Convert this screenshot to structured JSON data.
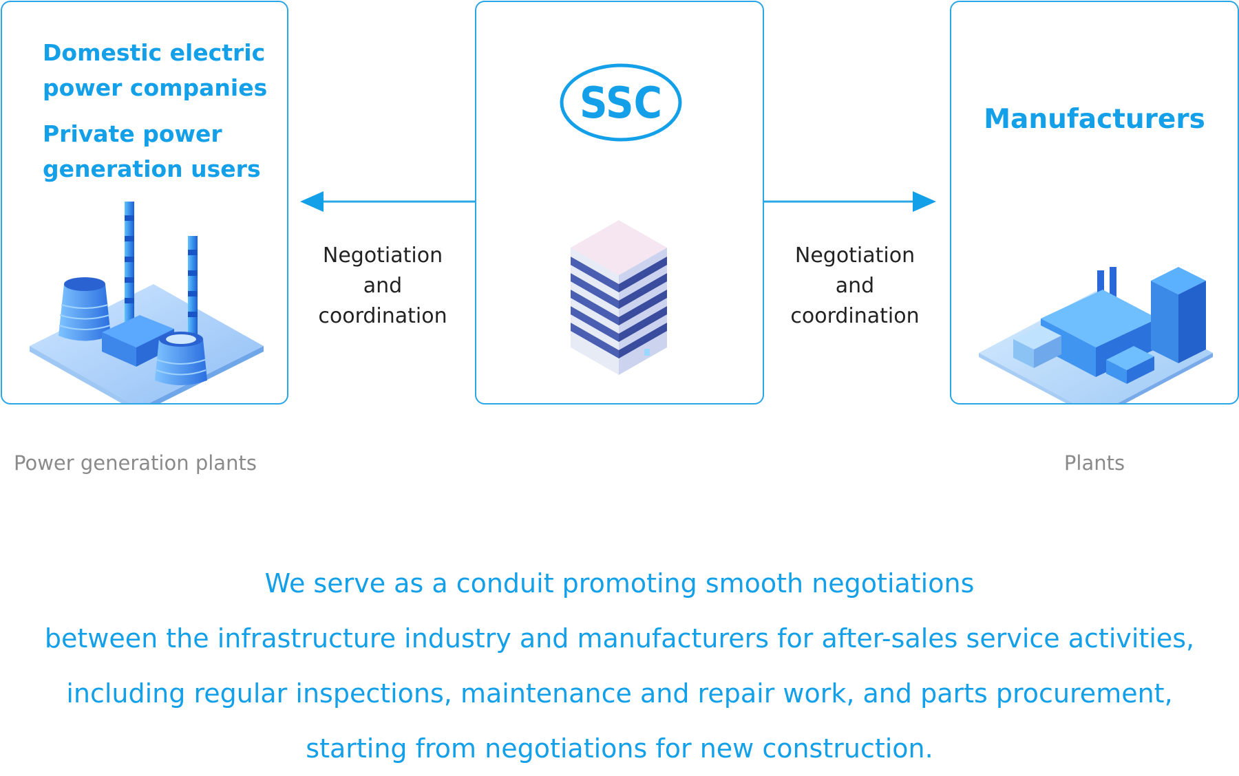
{
  "left_box": {
    "title_1": "Domestic electric power companies",
    "title_1_line1": "Domestic electric",
    "title_1_line2": "power companies",
    "title_2_line1": "Private power",
    "title_2_line2": "generation users",
    "caption": "Power generation plants"
  },
  "center_box": {
    "logo_text": "SSC"
  },
  "right_box": {
    "title": "Manufacturers",
    "caption": "Plants"
  },
  "connectors": {
    "left_label": [
      "Negotiation",
      "and",
      "coordination"
    ],
    "right_label": [
      "Negotiation",
      "and",
      "coordination"
    ]
  },
  "summary": [
    "We serve as a conduit promoting smooth negotiations",
    "between the infrastructure industry and manufacturers for after-sales service activities,",
    "including regular inspections, maintenance and repair work, and parts procurement,",
    "starting from negotiations for new construction."
  ],
  "colors": {
    "accent": "#13a0e8",
    "border": "#28a6e6",
    "caption": "#8a8a8a"
  }
}
